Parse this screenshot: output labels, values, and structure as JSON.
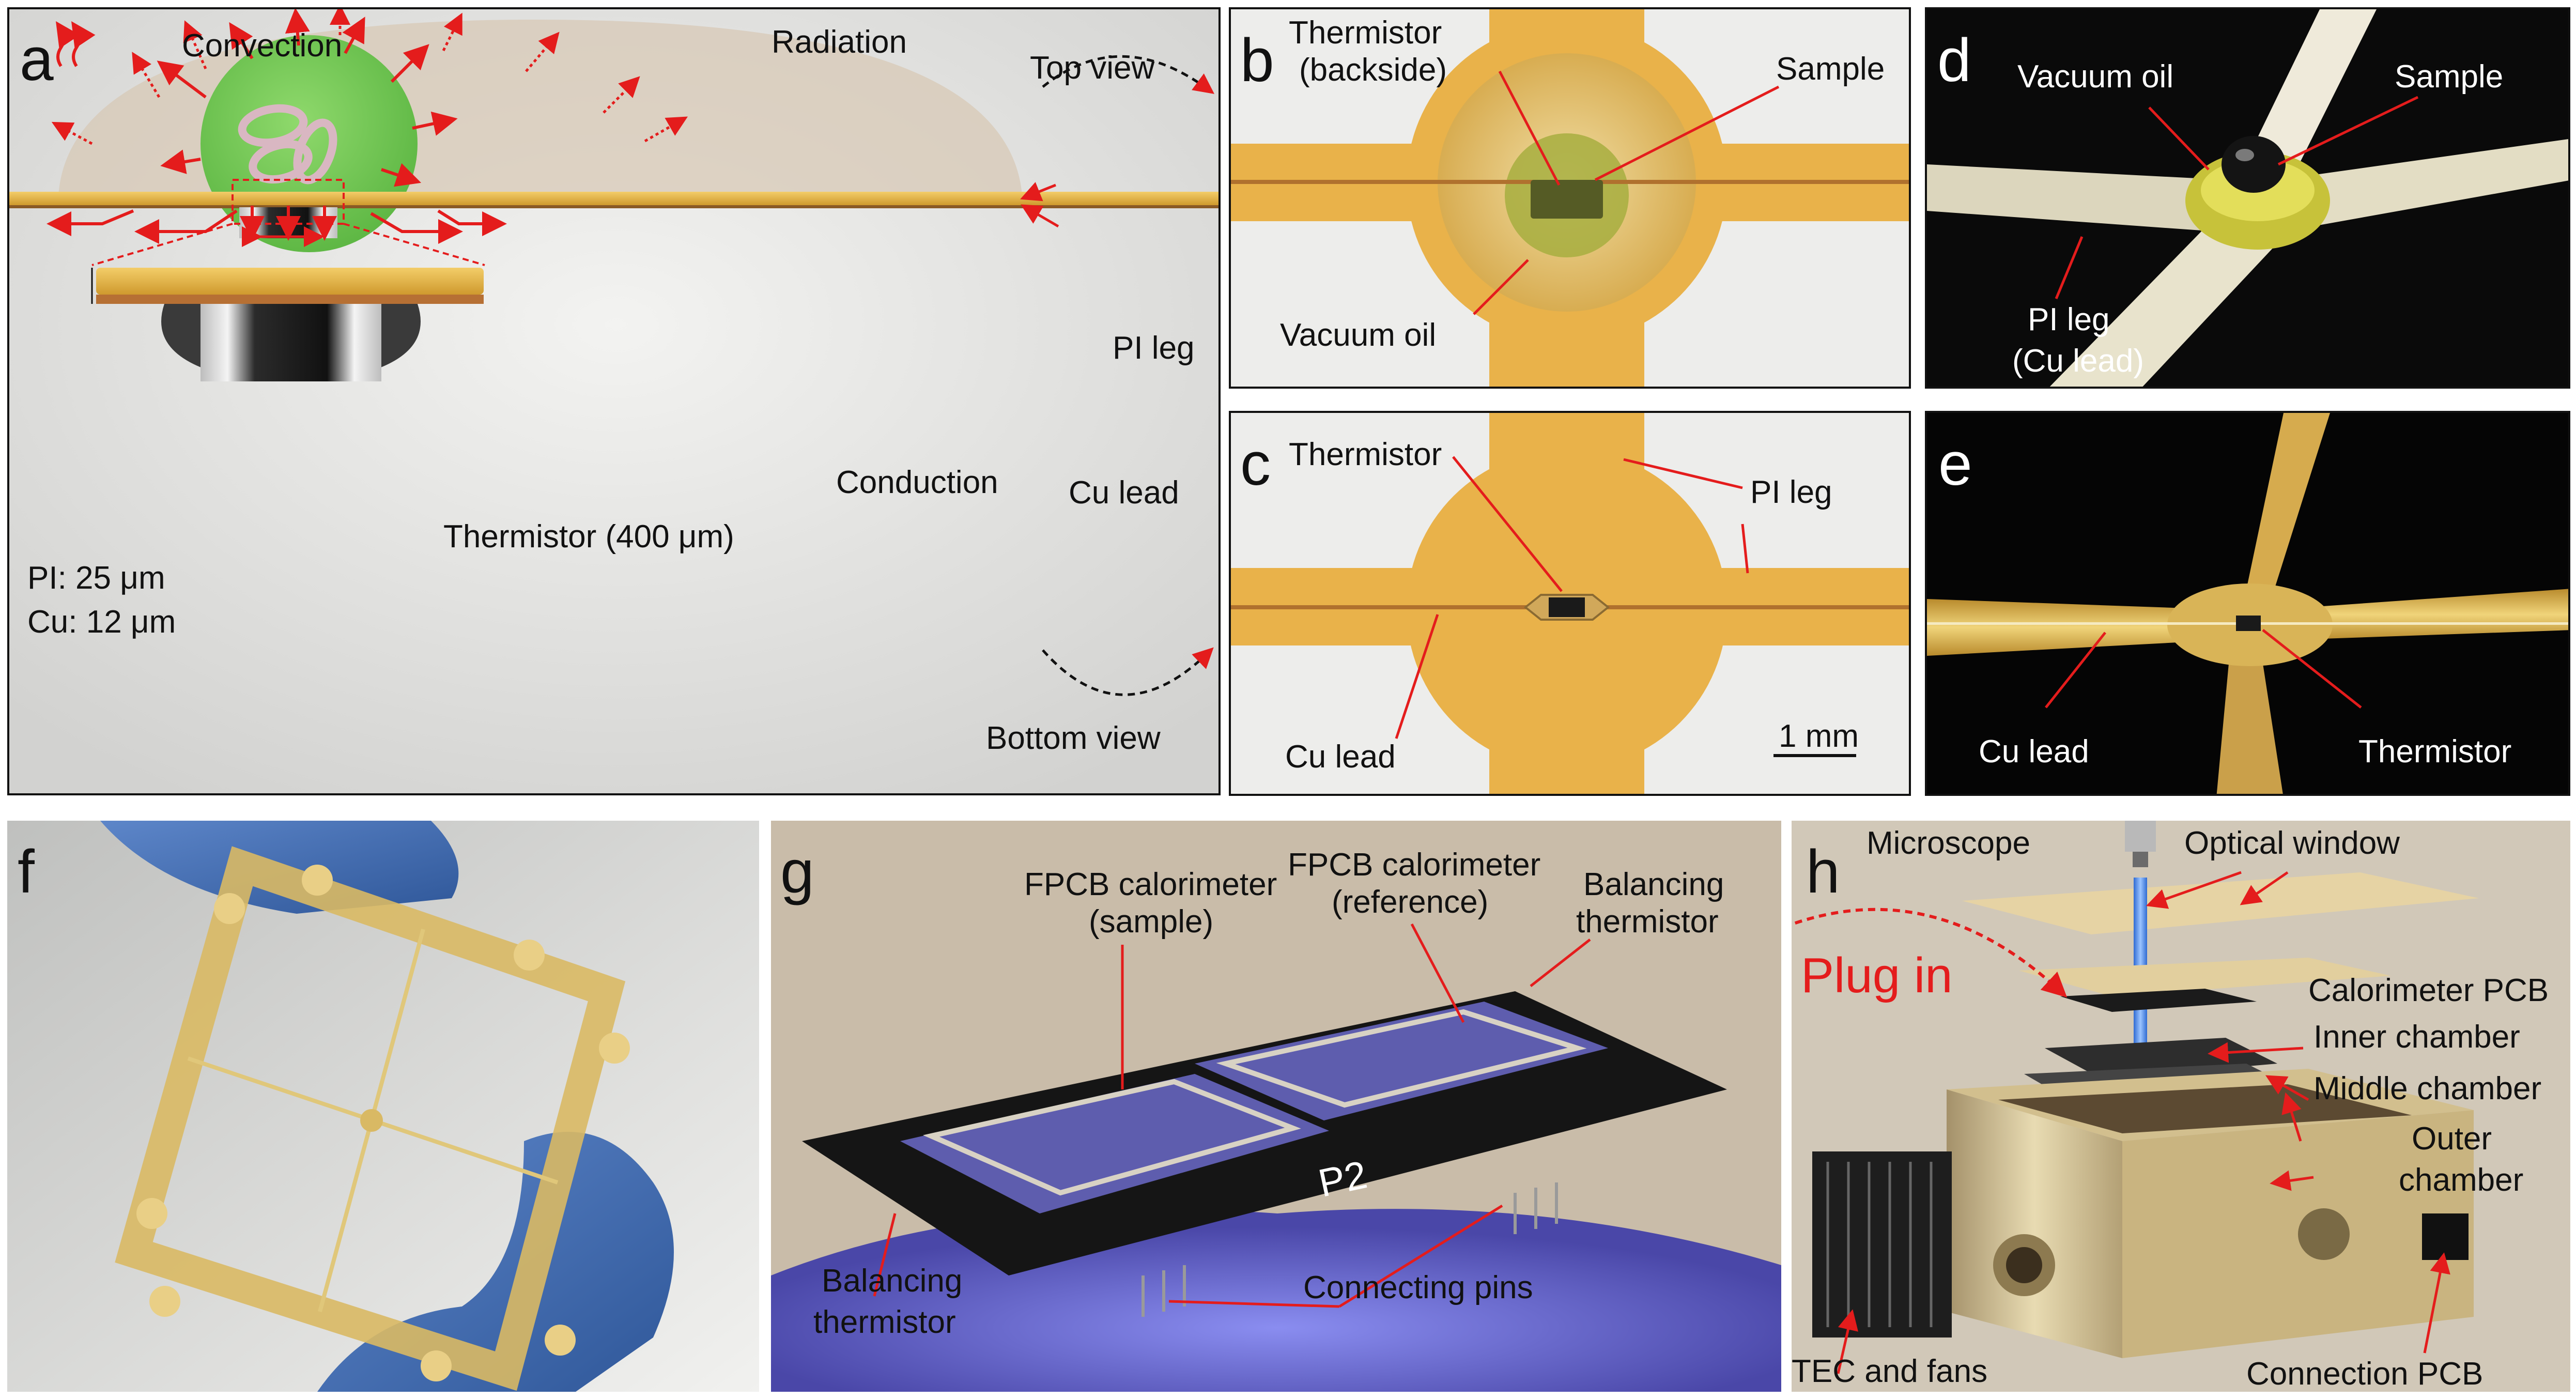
{
  "panels": {
    "a": {
      "letter": "a",
      "labels": {
        "convection": "Convection",
        "radiation": "Radiation",
        "top_view": "Top view",
        "pi_leg": "PI leg",
        "cu_lead": "Cu lead",
        "conduction": "Conduction",
        "thermistor_size": "Thermistor  (400 μm)",
        "pi_thickness": "PI: 25 μm",
        "cu_thickness": "Cu: 12 μm",
        "bottom_view": "Bottom view"
      }
    },
    "b": {
      "letter": "b",
      "labels": {
        "thermistor_line1": "Thermistor",
        "thermistor_line2": "(backside)",
        "sample": "Sample",
        "vacuum_oil": "Vacuum oil"
      }
    },
    "c": {
      "letter": "c",
      "labels": {
        "thermistor": "Thermistor",
        "pi_leg": "PI leg",
        "cu_lead": "Cu lead",
        "scale_bar": "1 mm"
      }
    },
    "d": {
      "letter": "d",
      "labels": {
        "vacuum_oil": "Vacuum oil",
        "sample": "Sample",
        "pi_leg_line1": "PI leg",
        "pi_leg_line2": "(Cu lead)"
      }
    },
    "e": {
      "letter": "e",
      "labels": {
        "cu_lead": "Cu lead",
        "thermistor": "Thermistor"
      }
    },
    "f": {
      "letter": "f"
    },
    "g": {
      "letter": "g",
      "labels": {
        "fpcb_sample_line1": "FPCB calorimeter",
        "fpcb_sample_line2": "(sample)",
        "fpcb_ref_line1": "FPCB calorimeter",
        "fpcb_ref_line2": "(reference)",
        "balancing_right_line1": "Balancing",
        "balancing_right_line2": "thermistor",
        "balancing_left_line1": "Balancing",
        "balancing_left_line2": "thermistor",
        "connecting_pins": "Connecting pins",
        "board_mark": "P2"
      }
    },
    "h": {
      "letter": "h",
      "labels": {
        "microscope": "Microscope",
        "optical_window": "Optical window",
        "plug_in": "Plug in",
        "calorimeter_pcb": "Calorimeter PCB",
        "inner_chamber": "Inner chamber",
        "middle_chamber": "Middle chamber",
        "outer_chamber_line1": "Outer",
        "outer_chamber_line2": "chamber",
        "tec_fans": "TEC and fans",
        "connection_pcb": "Connection PCB"
      }
    }
  },
  "colors": {
    "arrow_red": "#e41c1c",
    "pi_gold": "#e6b24a",
    "copper": "#c07a3a",
    "sphere_green": "#7dcf5d"
  }
}
